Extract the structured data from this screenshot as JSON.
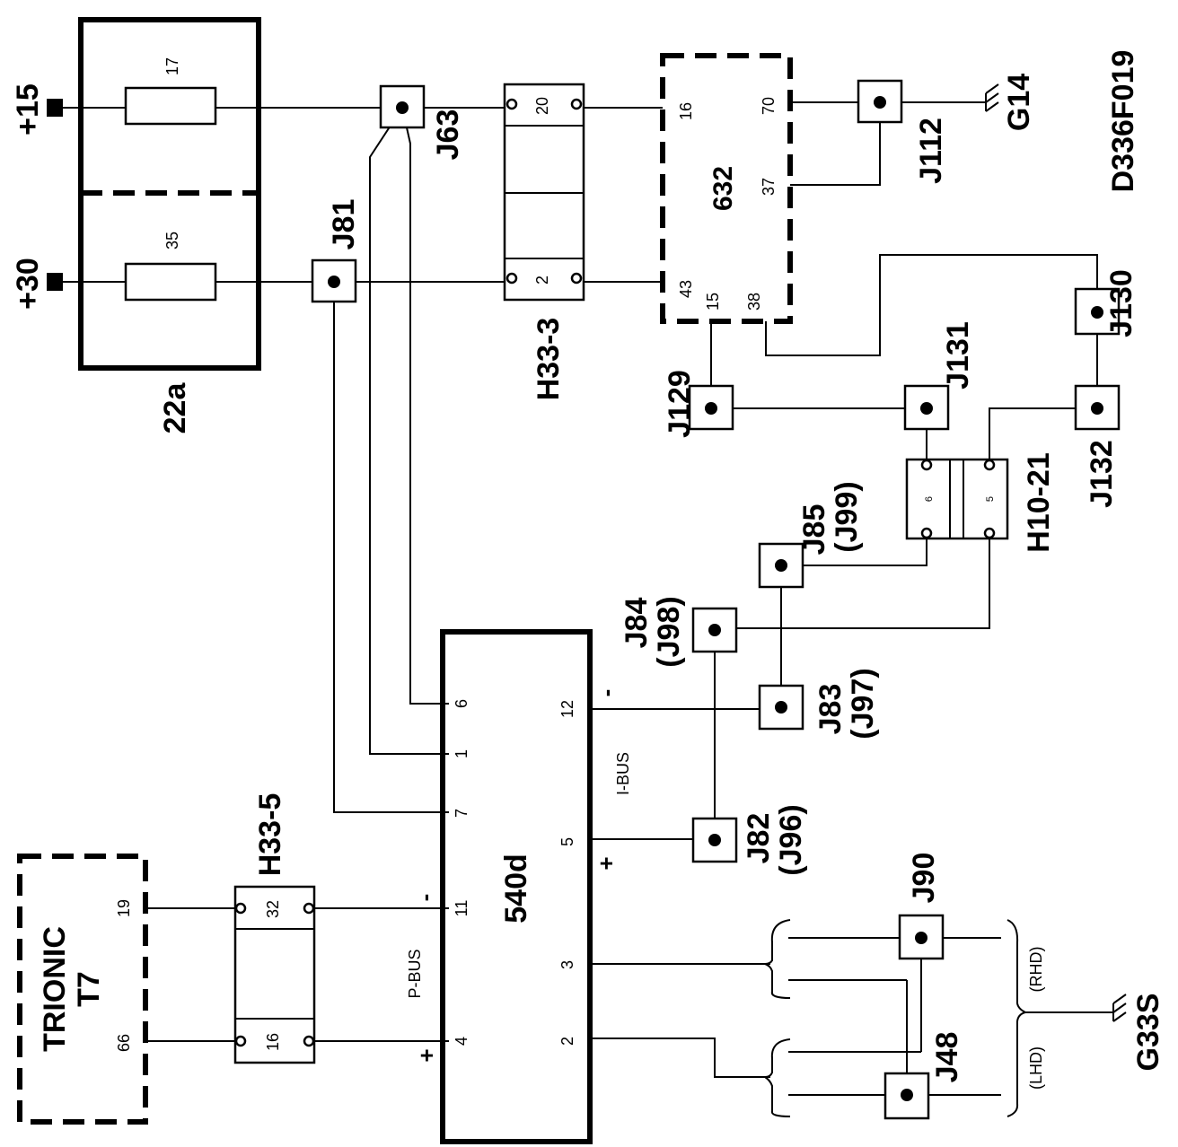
{
  "drawing_id": "D336F019",
  "supply": {
    "plus15": "+15",
    "plus30": "+30"
  },
  "fusebox": {
    "label": "22a",
    "fuse1": "17",
    "fuse2": "35"
  },
  "junctions": {
    "j63": "J63",
    "j81": "J81",
    "j112": "J112",
    "j129": "J129",
    "j130": "J130",
    "j131": "J131",
    "j132": "J132",
    "j85": "J85",
    "j85_alt": "(J99)",
    "j84": "J84",
    "j84_alt": "(J98)",
    "j83": "J83",
    "j83_alt": "(J97)",
    "j82": "J82",
    "j82_alt": "(J96)",
    "j90": "J90",
    "j48": "J48"
  },
  "grounds": {
    "g14": "G14",
    "g33s": "G33S"
  },
  "connectors": {
    "h33_3": {
      "label": "H33-3",
      "pin_a": "20",
      "pin_b": "2"
    },
    "h10_21": {
      "label": "H10-21",
      "pin_a": "6",
      "pin_b": "5"
    },
    "h33_5": {
      "label": "H33-5",
      "pin_a": "32",
      "pin_b": "16"
    }
  },
  "module632": {
    "label": "632",
    "pins": {
      "p16": "16",
      "p70": "70",
      "p37": "37",
      "p43": "43",
      "p15": "15",
      "p38": "38"
    }
  },
  "module540d": {
    "label": "540d",
    "pins": {
      "p6": "6",
      "p1": "1",
      "p7": "7",
      "p11": "11",
      "p4": "4",
      "p12": "12",
      "p5": "5",
      "p3": "3",
      "p2": "2"
    },
    "pbus": "P-BUS",
    "ibus": "I-BUS",
    "plus": "+",
    "minus": "-"
  },
  "trionic": {
    "line1": "TRIONIC",
    "line2": "T7",
    "pin19": "19",
    "pin66": "66"
  },
  "drive": {
    "rhd": "(RHD)",
    "lhd": "(LHD)"
  }
}
